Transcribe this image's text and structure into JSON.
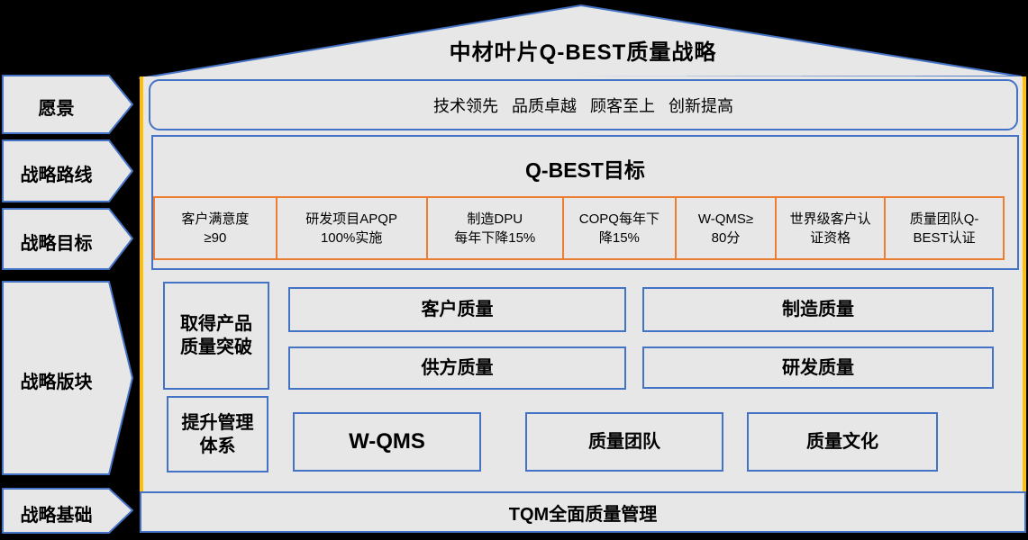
{
  "title": "中材叶片Q-BEST质量战略",
  "colors": {
    "background": "#000000",
    "panel_fill": "#E8E7E7",
    "blue_stroke": "#4472C4",
    "gold_border": "#FFC000",
    "orange_border": "#ED7D31"
  },
  "sidebar": {
    "items": [
      {
        "label": "愿景"
      },
      {
        "label": "战略路线"
      },
      {
        "label": "战略目标"
      },
      {
        "label": "战略版块"
      },
      {
        "label": "战略基础"
      }
    ]
  },
  "vision": {
    "text": "技术领先   品质卓越   顾客至上   创新提高"
  },
  "goals": {
    "title": "Q-BEST目标",
    "items": [
      {
        "line1": "客户满意度",
        "line2": "≥90"
      },
      {
        "line1": "研发项目APQP",
        "line2": "100%实施"
      },
      {
        "line1": "制造DPU",
        "line2": "每年下降15%"
      },
      {
        "line1": "COPQ每年下",
        "line2": "降15%"
      },
      {
        "line1": "W-QMS≥",
        "line2": "80分"
      },
      {
        "line1": "世界级客户认",
        "line2": "证资格"
      },
      {
        "line1": "质量团队Q-",
        "line2": "BEST认证"
      }
    ]
  },
  "blocks": {
    "breakthrough": {
      "line1": "取得产品",
      "line2": "质量突破"
    },
    "customer": "客户质量",
    "manufacturing": "制造质量",
    "supplier": "供方质量",
    "rd": "研发质量",
    "management": {
      "line1": "提升管理",
      "line2": "体系"
    },
    "wqms": "W-QMS",
    "team": "质量团队",
    "culture": "质量文化"
  },
  "foundation_bar": {
    "text": "TQM全面质量管理"
  }
}
